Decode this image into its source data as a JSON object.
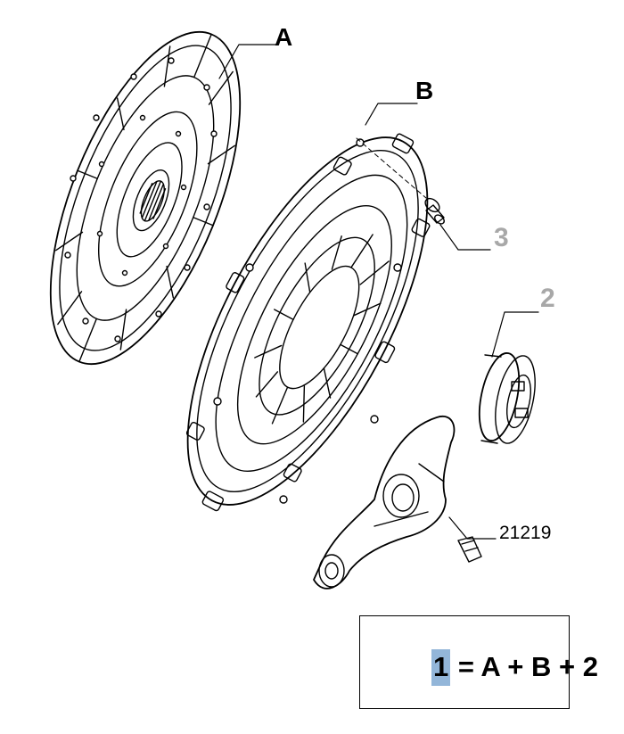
{
  "callouts": {
    "a": "A",
    "b": "B",
    "bolt": "3",
    "bearing": "2",
    "fork": "21219"
  },
  "kit": {
    "number": "1",
    "formula": " = A + B + 2",
    "highlight_color": "#93b6d9"
  },
  "colors": {
    "line": "#000000",
    "callout_grey": "#a8a8a8",
    "background": "#ffffff"
  }
}
